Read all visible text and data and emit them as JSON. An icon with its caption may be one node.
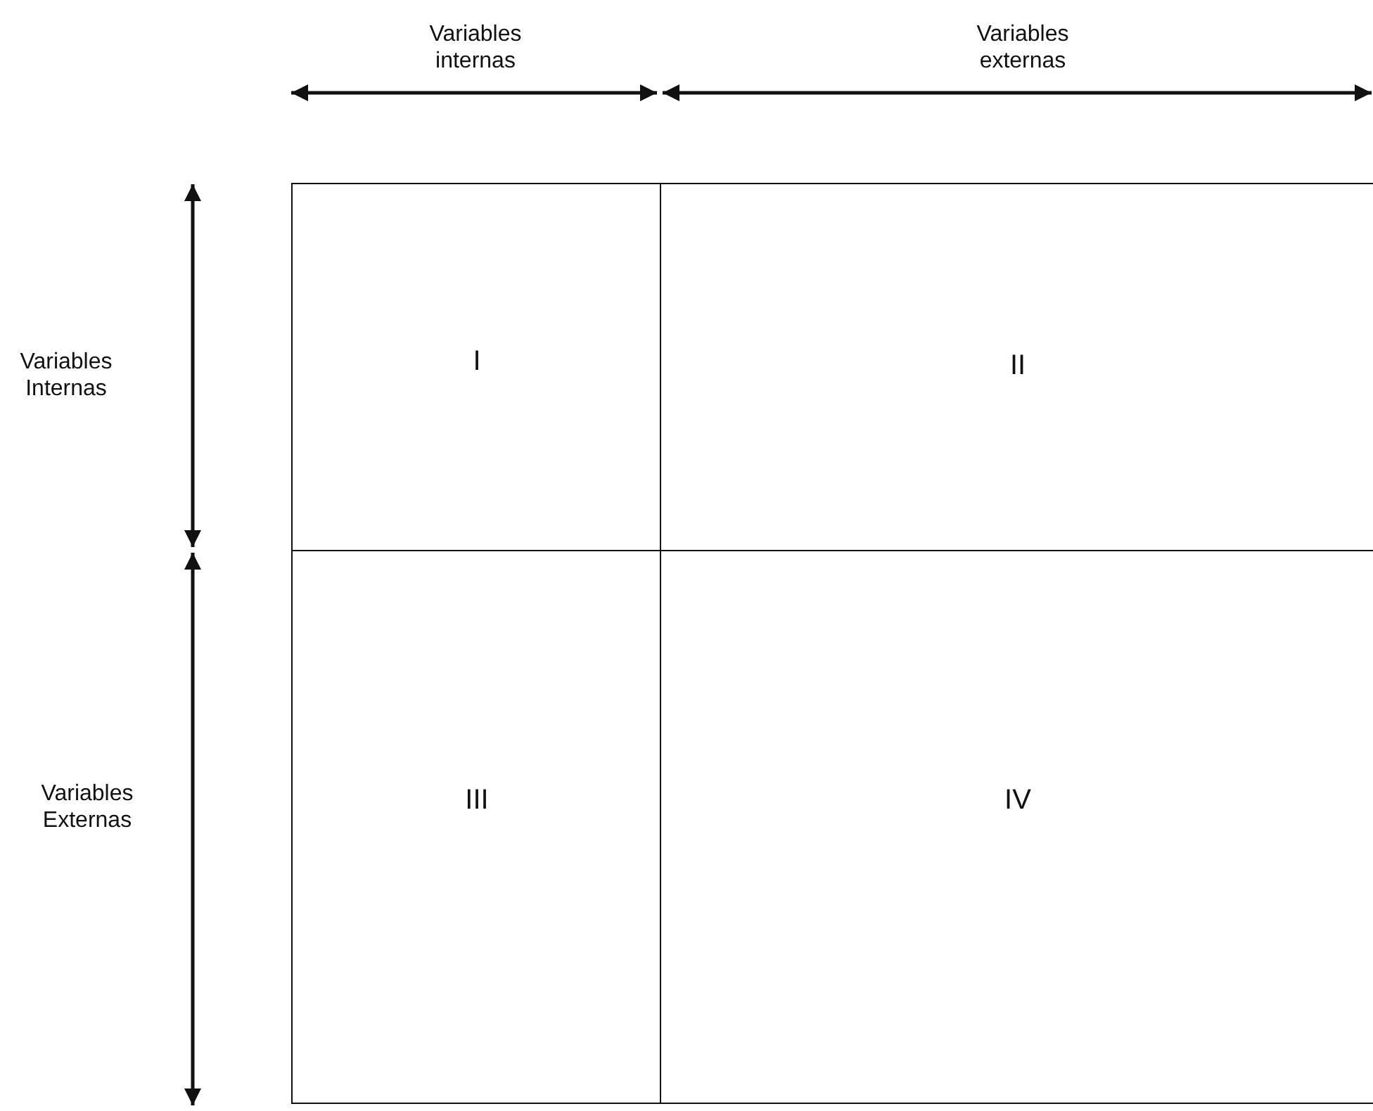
{
  "diagram": {
    "nodes": [
      {
        "text": [
          "I"
        ]
      },
      {
        "text": [
          "II"
        ]
      },
      {
        "text": [
          "III"
        ]
      },
      {
        "text": [
          "IV"
        ]
      }
    ],
    "labels": [
      "Variables internas",
      "Variables externas",
      "Variables Internas",
      "Variables Externas"
    ]
  }
}
